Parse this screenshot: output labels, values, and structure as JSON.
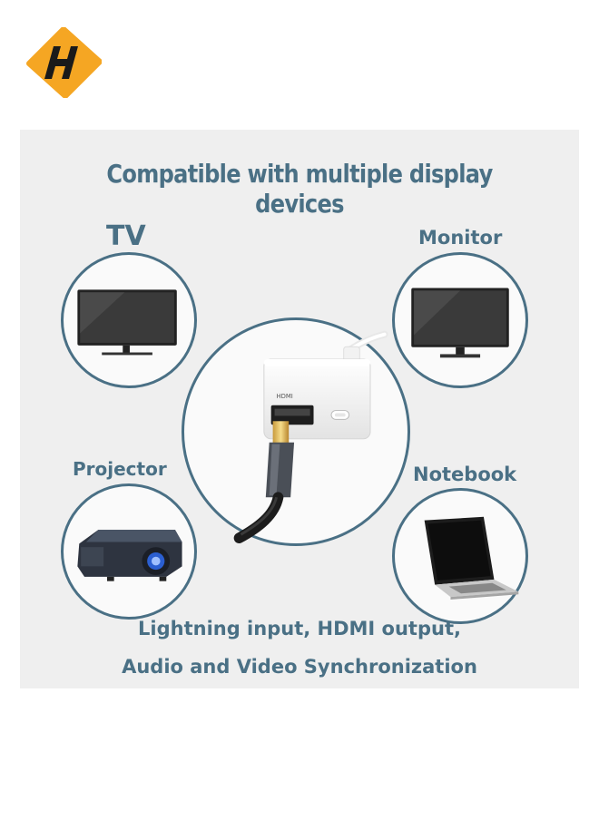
{
  "headline": "Compatible with multiple display devices",
  "devices": {
    "tv": "TV",
    "monitor": "Monitor",
    "projector": "Projector",
    "notebook": "Notebook"
  },
  "adapter_port_label": "HDMI",
  "footer": {
    "line1": "Lightning input, HDMI output,",
    "line2": "Audio and Video Synchronization"
  },
  "colors": {
    "accent": "#4a7085",
    "logo_yellow": "#f5a623",
    "panel_bg": "#efefef"
  },
  "icons": [
    "brand-logo-icon",
    "tv-icon",
    "monitor-icon",
    "projector-icon",
    "notebook-icon",
    "adapter-icon"
  ]
}
